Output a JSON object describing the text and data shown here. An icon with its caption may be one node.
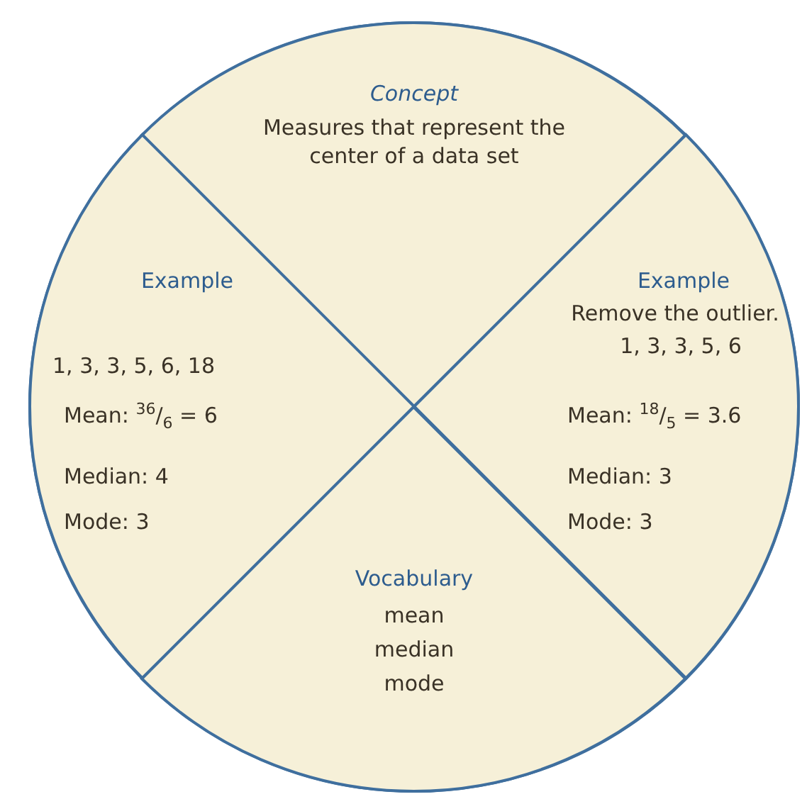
{
  "diagram": {
    "nodes": [
      {
        "text": [],
        "shape": "circle"
      },
      {
        "text": [
          "Concept",
          "Measures that represent the center of a data set"
        ],
        "in": 0
      },
      {
        "text": [
          "Example",
          "1, 3, 3, 5, 6, 18",
          "Mean: $^{36}$/$_{6}$ = 6",
          "Median: 4",
          "Mode: 3"
        ],
        "in": 0
      },
      {
        "text": [
          "Example",
          "Remove the outlier.",
          "1, 3, 3, 5, 6",
          "Mean: $^{18}$/$_{5}$ = 3.6",
          "Median: 3",
          "Mode: 3"
        ],
        "in": 0
      },
      {
        "text": [
          "Vocabulary",
          "mean",
          "median",
          "mode"
        ],
        "in": 0
      }
    ]
  }
}
